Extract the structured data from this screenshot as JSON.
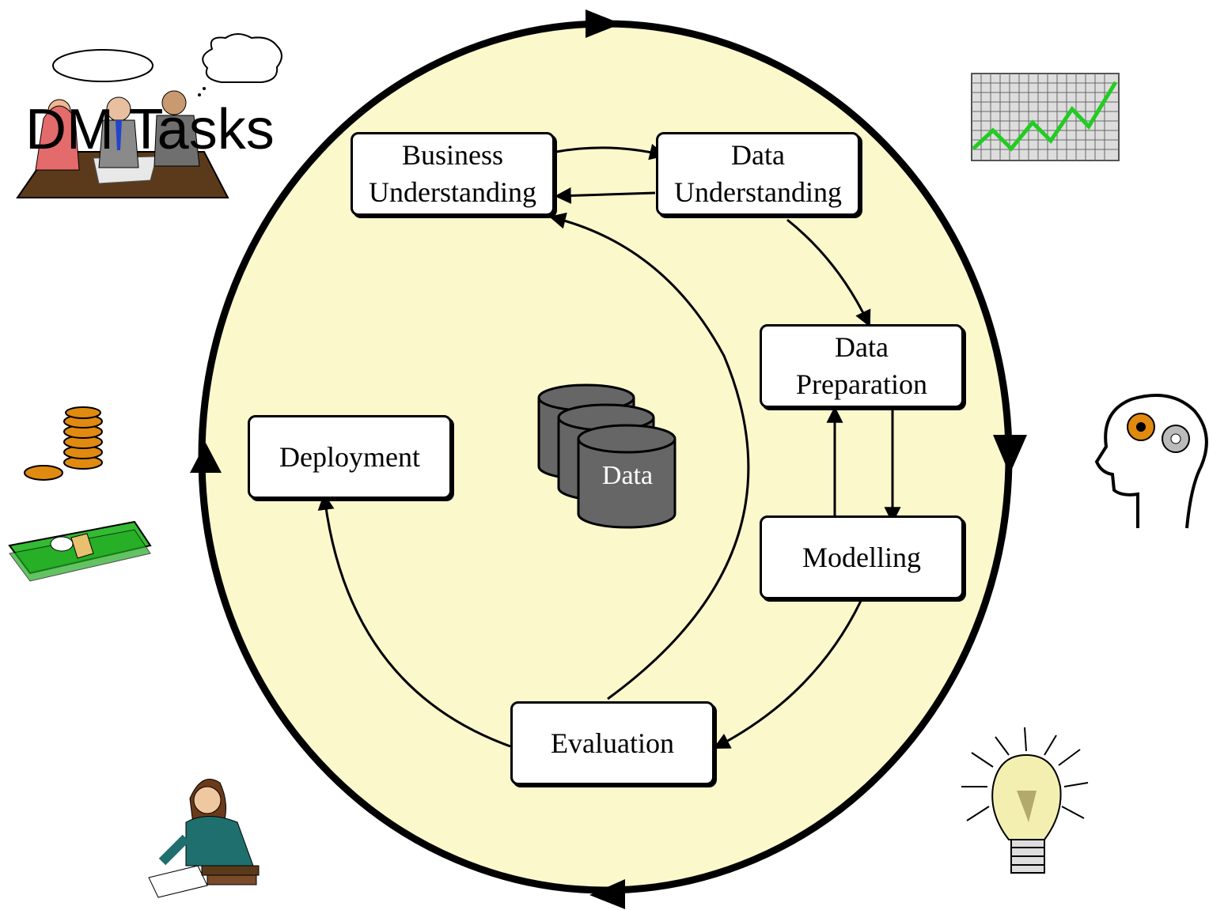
{
  "title": "DM Tasks",
  "phases": {
    "business_understanding": [
      "Business",
      "Understanding"
    ],
    "data_understanding": [
      "Data",
      "Understanding"
    ],
    "data_preparation": [
      "Data",
      "Preparation"
    ],
    "modelling": [
      "Modelling"
    ],
    "evaluation": [
      "Evaluation"
    ],
    "deployment": [
      "Deployment"
    ]
  },
  "database_label": "Data",
  "colors": {
    "circle_fill": "#fbf8cc",
    "line": "#000000",
    "chart_line": "#22cc22",
    "money": "#33bb33",
    "coins": "#e08a10",
    "gears": "#e08a10",
    "database": "#666666"
  },
  "icons": [
    "meeting-people-icon",
    "growth-chart-icon",
    "thinking-head-gears-icon",
    "light-bulb-icon",
    "money-coins-icon",
    "writing-woman-icon"
  ]
}
